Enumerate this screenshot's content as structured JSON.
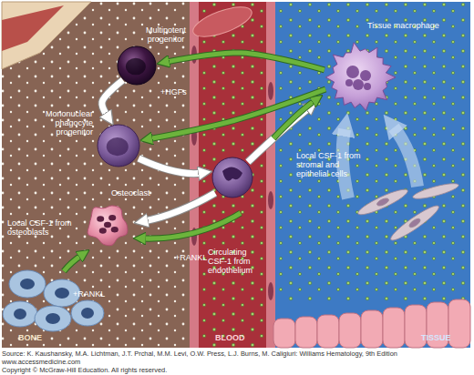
{
  "diagram": {
    "nodes": [
      {
        "text": [
          "Multipotent progenitor"
        ]
      },
      {
        "text": [
          "Mononuclear phagocyte progenitor"
        ]
      },
      {
        "text": [
          "Osteoclast"
        ]
      },
      {
        "text": [
          "Tissue macrophage"
        ]
      }
    ],
    "edges": [
      {
        "from": 0,
        "to": 1,
        "arrow": "to"
      },
      {
        "from": 3,
        "to": 0,
        "label": "+HGFs",
        "arrow": "to"
      },
      {
        "from": 3,
        "to": 1,
        "arrow": "to"
      }
    ],
    "labels": [
      "Local CSF-1 from osteoblasts",
      "+RANKL",
      "+RANKL",
      "Circulating CSF-1 from endothelium",
      "Local CSF-1 from stromal and epithelial cells",
      "BONE",
      "BLOOD",
      "TISSUE",
      "Source: K. Kaushansky, M.A. Lichtman, J.T. Prchal, M.M. Levi, O.W. Press, L.J. Burns, M. Caligiuri: Williams Hematology, 9th Edition",
      "www.accessmedicine.com",
      "Copyright © McGraw-Hill Education. All rights reserved."
    ]
  }
}
